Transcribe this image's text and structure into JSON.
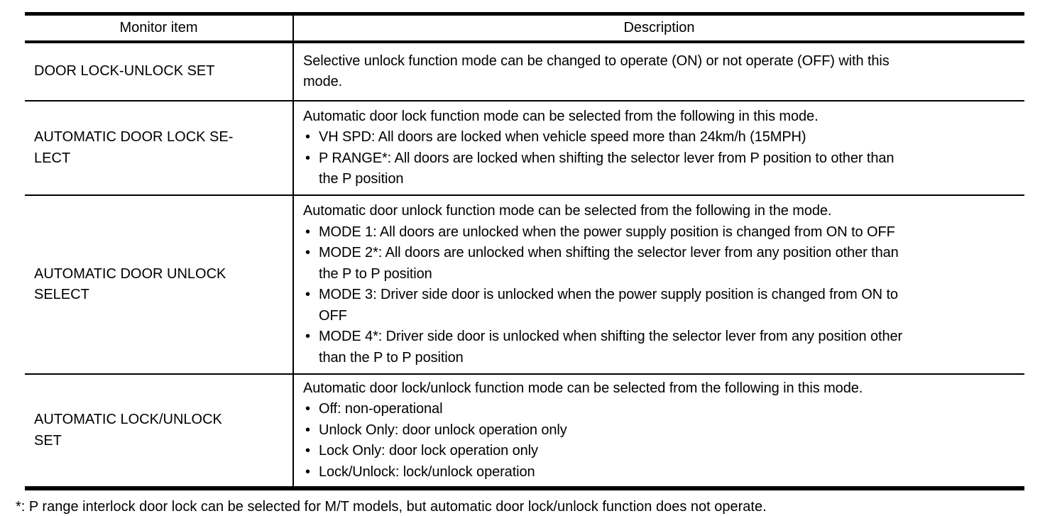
{
  "table": {
    "columns": [
      "Monitor item",
      "Description"
    ],
    "rows": [
      {
        "item": "DOOR LOCK-UNLOCK SET",
        "intro": "Selective unlock function mode can be changed to operate (ON) or not operate (OFF) with this\nmode.",
        "bullets": []
      },
      {
        "item": "AUTOMATIC DOOR LOCK SE-\nLECT",
        "intro": "Automatic door lock function mode can be selected from the following in this mode.",
        "bullets": [
          "VH SPD: All doors are locked when vehicle speed more than 24km/h (15MPH)",
          "P RANGE*: All doors are locked when shifting the selector lever from P position to other than\nthe P position"
        ]
      },
      {
        "item": "AUTOMATIC DOOR UNLOCK\nSELECT",
        "intro": "Automatic door unlock function mode can be selected from the following in the mode.",
        "bullets": [
          "MODE 1: All doors are unlocked when the power supply position is changed from ON to OFF",
          "MODE 2*: All doors are unlocked when shifting the selector lever from any position other than\nthe P to P position",
          "MODE 3: Driver side door is unlocked when the power supply position is changed from ON to\nOFF",
          "MODE 4*: Driver side door is unlocked when shifting the selector lever from any position other\nthan the P to P position"
        ]
      },
      {
        "item": "AUTOMATIC LOCK/UNLOCK\nSET",
        "intro": "Automatic door lock/unlock function mode can be selected from the following in this mode.",
        "bullets": [
          "Off: non-operational",
          "Unlock Only: door unlock operation only",
          "Lock Only: door lock operation only",
          "Lock/Unlock: lock/unlock operation"
        ]
      }
    ]
  },
  "footnote": "*: P range interlock door lock can be selected for M/T models, but automatic door lock/unlock function does not operate.",
  "colors": {
    "text": "#000000",
    "background": "#ffffff",
    "border": "#000000"
  }
}
